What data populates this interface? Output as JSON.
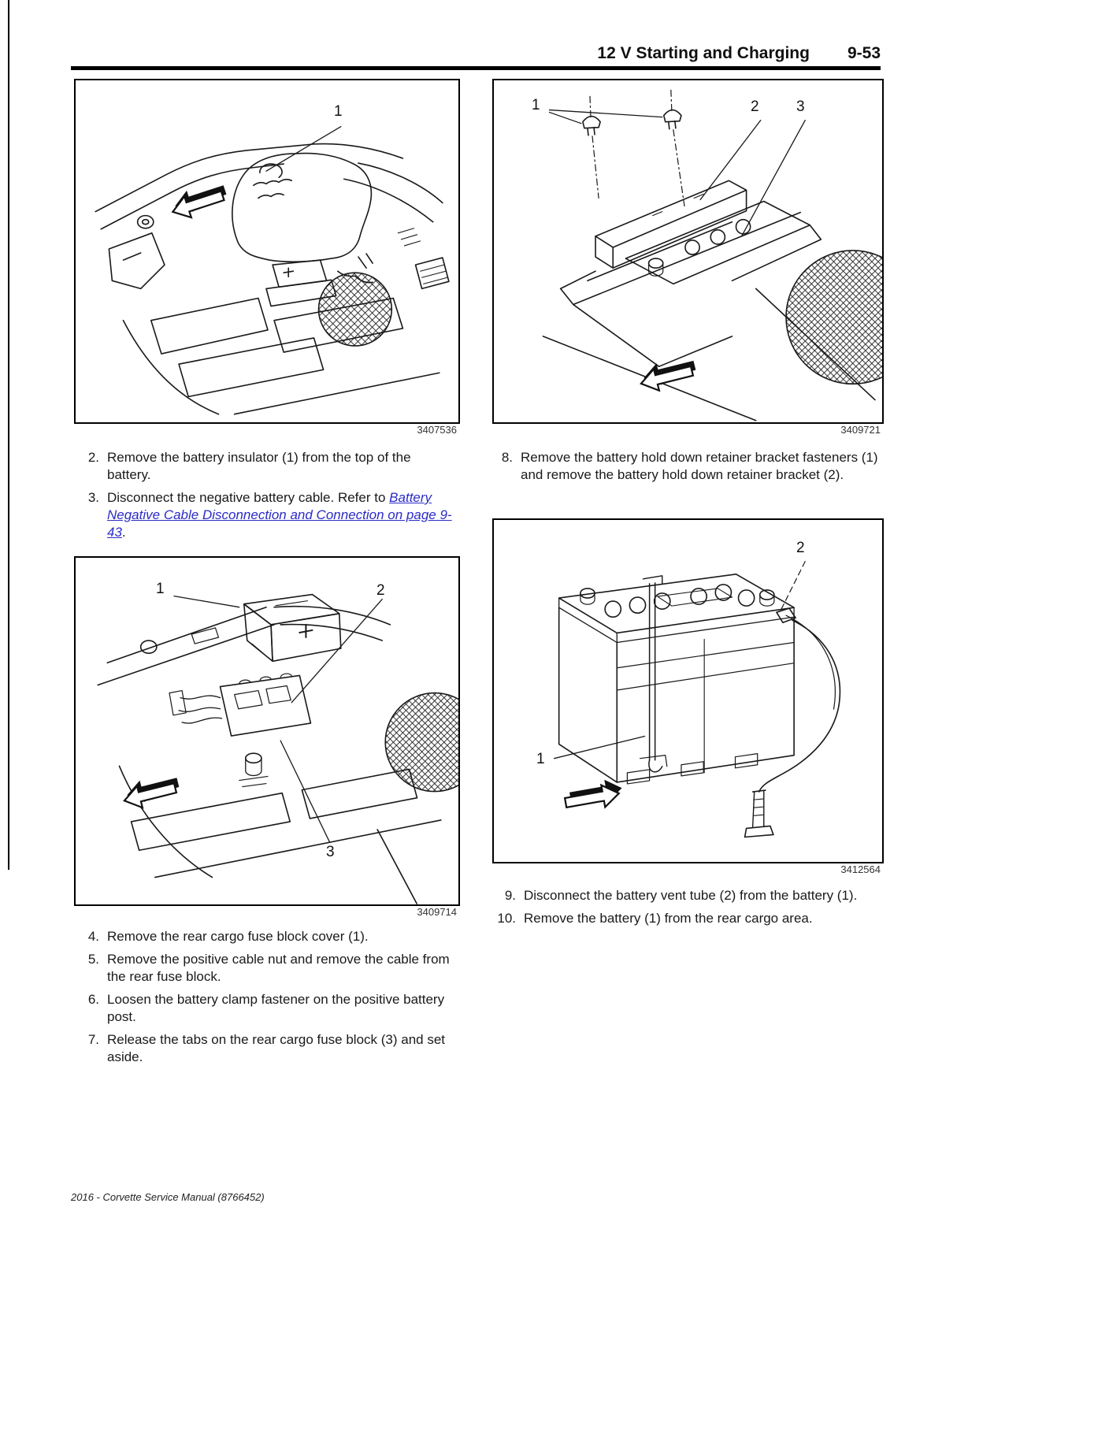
{
  "header": {
    "title": "12 V Starting and Charging",
    "page_number": "9-53"
  },
  "figures": {
    "fig1": {
      "number": "3407536",
      "callouts": {
        "c1": "1"
      }
    },
    "fig2": {
      "number": "3409721",
      "callouts": {
        "c1": "1",
        "c2": "2",
        "c3": "3"
      }
    },
    "fig3": {
      "number": "3409714",
      "callouts": {
        "c1": "1",
        "c2": "2",
        "c3": "3"
      }
    },
    "fig4": {
      "number": "3412564",
      "callouts": {
        "c1": "1",
        "c2": "2"
      }
    }
  },
  "steps": {
    "s2": {
      "num": "2.",
      "text": "Remove the battery insulator (1) from the top of the battery."
    },
    "s3": {
      "num": "3.",
      "pre": "Disconnect the negative battery cable. Refer to",
      "link": "Battery Negative Cable Disconnection and Connection on page 9-43",
      "post": "."
    },
    "s4": {
      "num": "4.",
      "text": "Remove the rear cargo fuse block cover (1)."
    },
    "s5": {
      "num": "5.",
      "text": "Remove the positive cable nut and remove the cable from the rear fuse block."
    },
    "s6": {
      "num": "6.",
      "text": "Loosen the battery clamp fastener on the positive battery post."
    },
    "s7": {
      "num": "7.",
      "text": "Release the tabs on the rear cargo fuse block (3) and set aside."
    },
    "s8": {
      "num": "8.",
      "text": "Remove the battery hold down retainer bracket fasteners (1) and remove the battery hold down retainer bracket (2)."
    },
    "s9": {
      "num": "9.",
      "text": "Disconnect the battery vent tube (2) from the battery (1)."
    },
    "s10": {
      "num": "10.",
      "text": "Remove the battery (1) from the rear cargo area."
    }
  },
  "footer": {
    "text": "2016 - Corvette Service Manual (8766452)"
  }
}
